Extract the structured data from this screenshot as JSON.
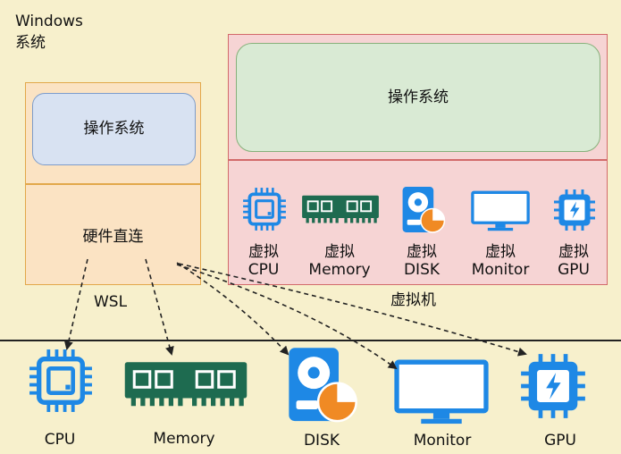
{
  "windows": {
    "title_line1": "Windows",
    "title_line2": "系统"
  },
  "wsl": {
    "os_label": "操作系统",
    "hardware_label": "硬件直连",
    "label": "WSL"
  },
  "vm": {
    "os_label": "操作系统",
    "label": "虚拟机",
    "devices": [
      {
        "line1": "虚拟",
        "line2": "CPU",
        "icon": "cpu-icon"
      },
      {
        "line1": "虚拟",
        "line2": "Memory",
        "icon": "memory-icon"
      },
      {
        "line1": "虚拟",
        "line2": "DISK",
        "icon": "disk-icon"
      },
      {
        "line1": "虚拟",
        "line2": "Monitor",
        "icon": "monitor-icon"
      },
      {
        "line1": "虚拟",
        "line2": "GPU",
        "icon": "gpu-icon"
      }
    ]
  },
  "hardware": [
    {
      "label": "CPU",
      "icon": "cpu-icon"
    },
    {
      "label": "Memory",
      "icon": "memory-icon"
    },
    {
      "label": "DISK",
      "icon": "disk-icon"
    },
    {
      "label": "Monitor",
      "icon": "monitor-icon"
    },
    {
      "label": "GPU",
      "icon": "gpu-icon"
    }
  ],
  "colors": {
    "background": "#f7f0cc",
    "wsl_border": "#e2a84a",
    "vm_border": "#d26a6a",
    "icon_blue": "#1e88e5",
    "memory_green": "#1e6b50",
    "disk_orange": "#f08a24"
  }
}
